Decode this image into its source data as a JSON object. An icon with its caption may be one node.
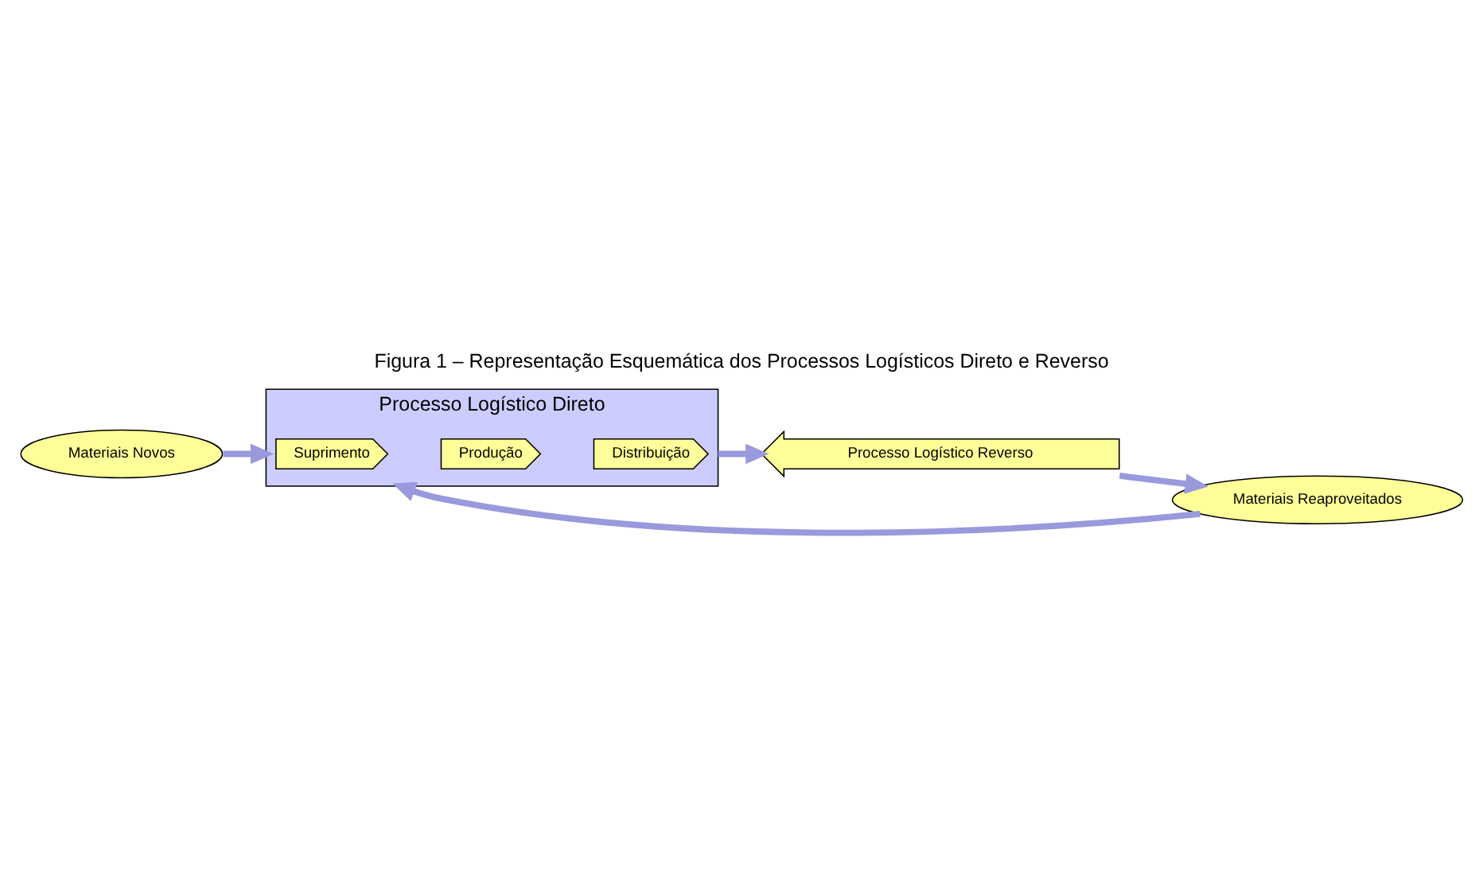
{
  "diagram": {
    "title": "Figura 1 – Representação Esquemática dos Processos Logísticos Direto e Reverso",
    "nodes": [
      {
        "text": [
          "Materiais Novos"
        ]
      },
      {
        "text": [
          "Processo Logístico Direto"
        ]
      },
      {
        "text": [
          "Suprimento"
        ],
        "in": 1
      },
      {
        "text": [
          "Produção"
        ],
        "in": 1
      },
      {
        "text": [
          "Distribuição"
        ],
        "in": 1
      },
      {
        "text": [
          "Processo Logístico Reverso"
        ]
      },
      {
        "text": [
          "Materiais Reaproveitados"
        ]
      }
    ],
    "edges": [
      {
        "from": 0,
        "to": 1,
        "arrow": "to"
      },
      {
        "from": 6,
        "to": 1,
        "arrow": "to"
      },
      {
        "from": 1,
        "to": 5,
        "arrow": "to"
      },
      {
        "from": 5,
        "to": 6,
        "arrow": "to"
      }
    ]
  }
}
